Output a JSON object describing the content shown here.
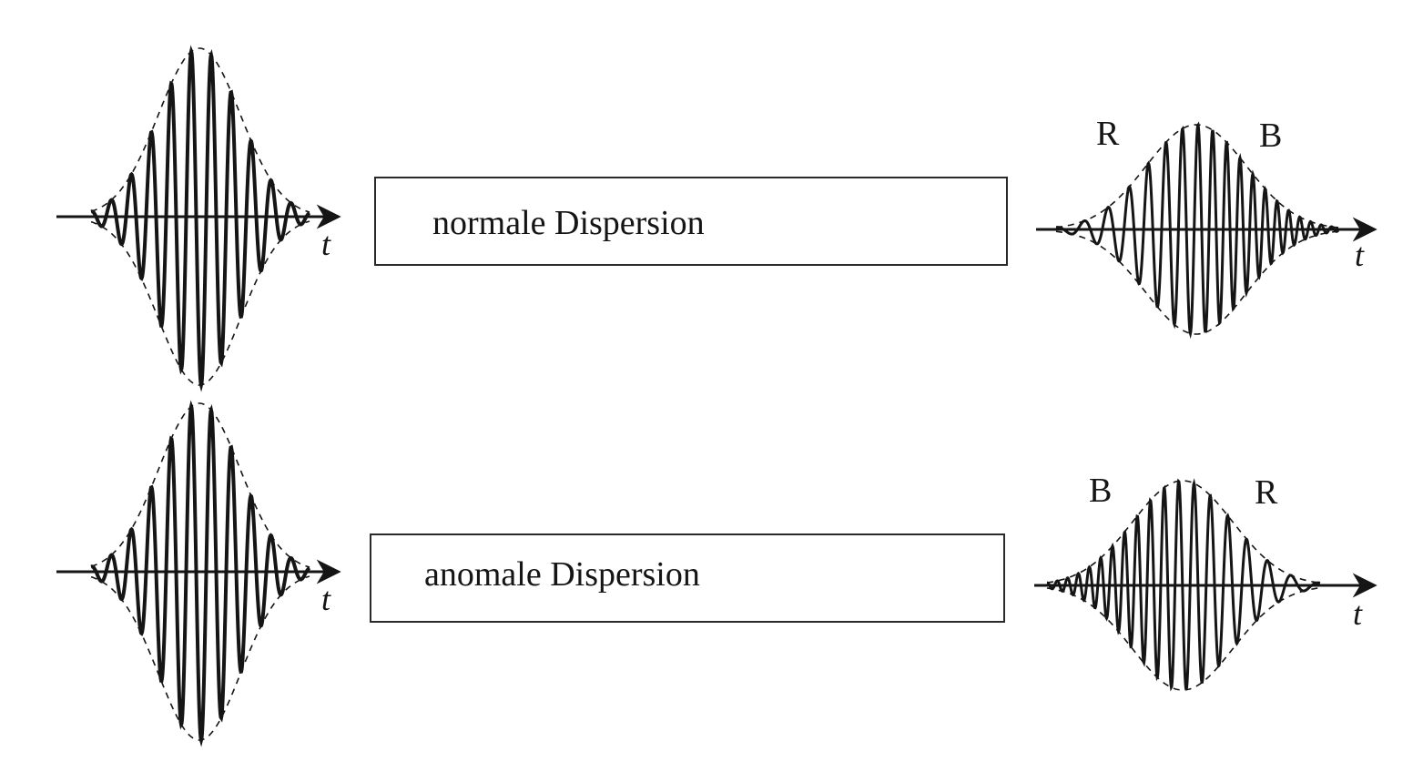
{
  "rows": [
    {
      "medium_label": "normale Dispersion",
      "input_axis_label": "t",
      "output_axis_label": "t",
      "output_left_label": "R",
      "output_right_label": "B",
      "chirp": "blue-trailing"
    },
    {
      "medium_label": "anomale Dispersion",
      "input_axis_label": "t",
      "output_axis_label": "t",
      "output_left_label": "B",
      "output_right_label": "R",
      "chirp": "blue-leading"
    }
  ],
  "colors": {
    "ink": "#151515",
    "background": "#ffffff"
  }
}
